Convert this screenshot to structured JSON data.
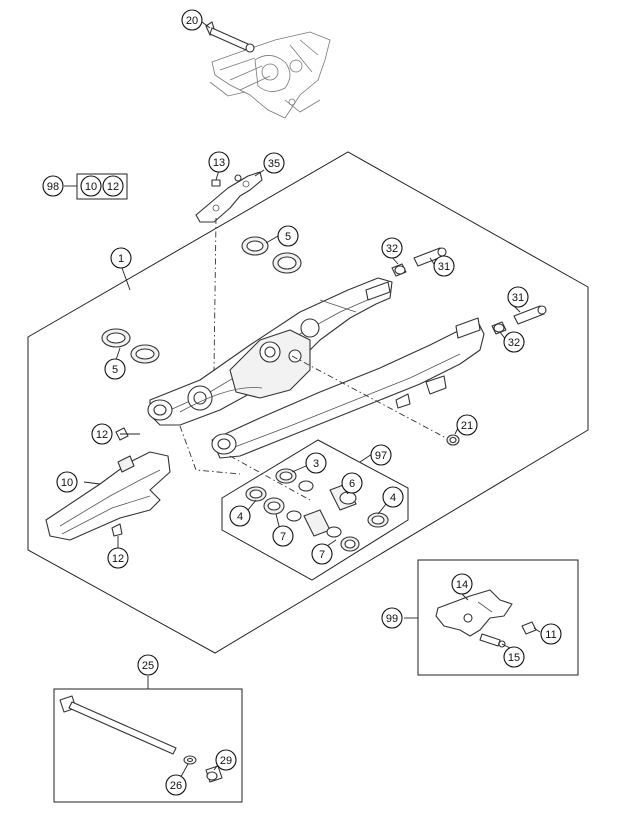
{
  "callouts": {
    "c20": "20",
    "c98": "98",
    "c98_10": "10",
    "c98_12": "12",
    "c13": "13",
    "c35": "35",
    "c1": "1",
    "c5a": "5",
    "c5b": "5",
    "c32a": "32",
    "c31a": "31",
    "c31b": "31",
    "c32b": "32",
    "c12a": "12",
    "c10": "10",
    "c12b": "12",
    "c21": "21",
    "c97": "97",
    "c3": "3",
    "c6": "6",
    "c4a": "4",
    "c4b": "4",
    "c7a": "7",
    "c7b": "7",
    "c14": "14",
    "c99": "99",
    "c11": "11",
    "c15": "15",
    "c25": "25",
    "c26": "26",
    "c29": "29"
  }
}
